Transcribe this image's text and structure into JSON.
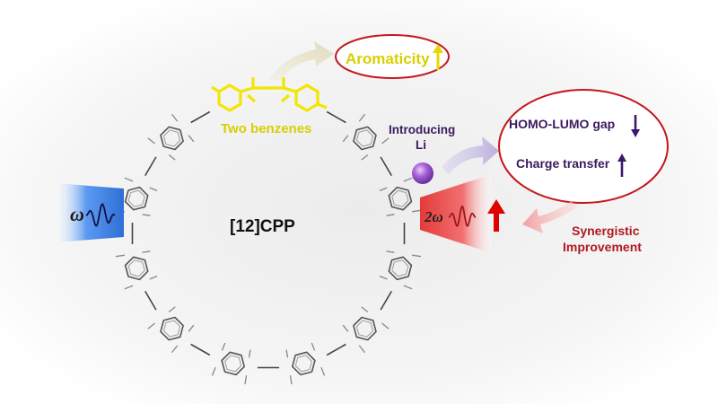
{
  "molecule_label": "[12]CPP",
  "two_benzenes_label": "Two benzenes",
  "aromaticity_label": "Aromaticity",
  "introducing_label_line1": "Introducing",
  "introducing_label_line2": "Li",
  "homo_lumo_label": "HOMO-LUMO gap",
  "charge_transfer_label": "Charge transfer",
  "omega_label": "ω",
  "two_omega_label": "2ω",
  "synergistic_label_line1": "Synergistic",
  "synergistic_label_line2": "Improvement",
  "colors": {
    "yellow": "#f2e600",
    "yellow_text": "#d8cf00",
    "purple_text": "#3b1a5e",
    "dark_red": "#b01a22",
    "oval_border": "#c4161c",
    "blue_beam": "#3a7de0",
    "red_beam": "#f04a4a",
    "li_ball": "#9b59d0",
    "up_arrow_red": "#e00000",
    "arrow_purple": "#3b1a6e"
  }
}
